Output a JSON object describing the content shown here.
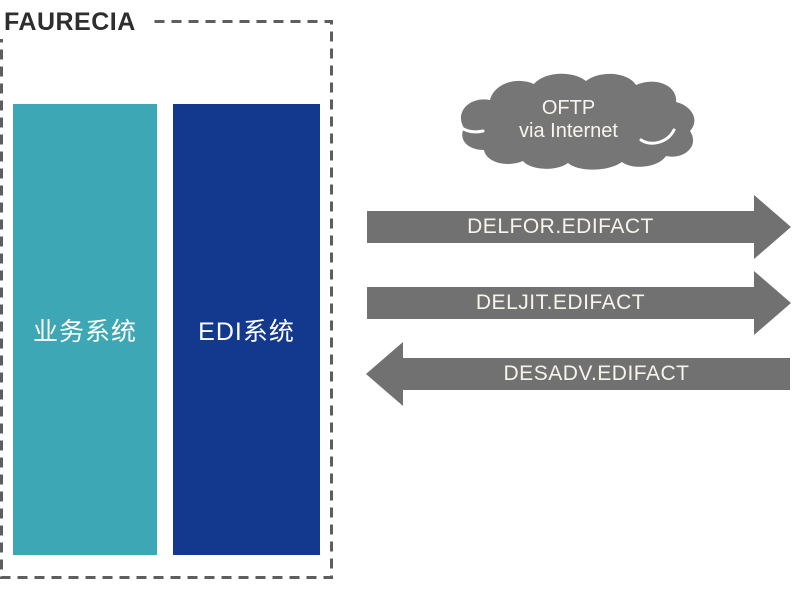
{
  "diagram": {
    "brand": "FAURECIA",
    "systems": [
      {
        "id": "business-system",
        "label": "业务系统",
        "color": "#3DA7B5"
      },
      {
        "id": "edi-system",
        "label": "EDI系统",
        "color": "#13398F"
      }
    ],
    "cloud": {
      "line1": "OFTP",
      "line2": "via Internet",
      "fill": "#767676"
    },
    "arrows": [
      {
        "label": "DELFOR.EDIFACT",
        "direction": "right"
      },
      {
        "label": "DELJIT.EDIFACT",
        "direction": "right"
      },
      {
        "label": "DESADV.EDIFACT",
        "direction": "left"
      }
    ],
    "colors": {
      "arrow_fill": "#717171",
      "border_dash": "#5E5E5E",
      "arrow_text": "#F7F4EC",
      "brand_text": "#2E2E2E",
      "box_text": "#FFFFFF"
    }
  }
}
